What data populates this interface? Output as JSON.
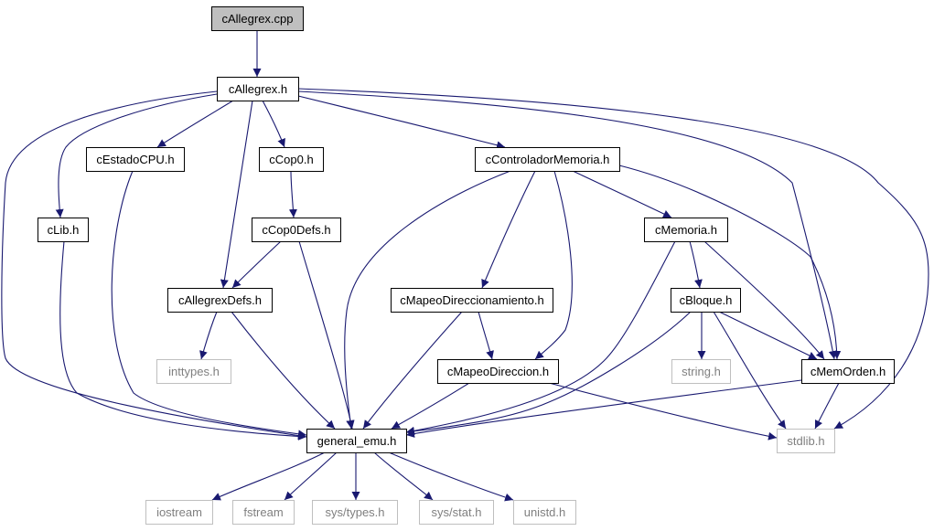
{
  "colors": {
    "edge": "#191970",
    "node_border": "#000000",
    "ext_border": "#bfbfbf",
    "root_fill": "#bfbfbf",
    "node_fill": "#ffffff",
    "ext_text": "#7f7f7f"
  },
  "nodes": [
    {
      "id": "root",
      "label": "cAllegrex.cpp",
      "kind": "root"
    },
    {
      "id": "callegrex_h",
      "label": "cAllegrex.h",
      "kind": "local"
    },
    {
      "id": "cestadocpu_h",
      "label": "cEstadoCPU.h",
      "kind": "local"
    },
    {
      "id": "ccop0_h",
      "label": "cCop0.h",
      "kind": "local"
    },
    {
      "id": "ccontroladormemoria_h",
      "label": "cControladorMemoria.h",
      "kind": "local"
    },
    {
      "id": "clib_h",
      "label": "cLib.h",
      "kind": "local"
    },
    {
      "id": "ccop0defs_h",
      "label": "cCop0Defs.h",
      "kind": "local"
    },
    {
      "id": "cmemoria_h",
      "label": "cMemoria.h",
      "kind": "local"
    },
    {
      "id": "callegrexdefs_h",
      "label": "cAllegrexDefs.h",
      "kind": "local"
    },
    {
      "id": "cmapeodireccionamiento_h",
      "label": "cMapeoDireccionamiento.h",
      "kind": "local"
    },
    {
      "id": "cbloque_h",
      "label": "cBloque.h",
      "kind": "local"
    },
    {
      "id": "inttypes_h",
      "label": "inttypes.h",
      "kind": "external"
    },
    {
      "id": "cmapeodireccion_h",
      "label": "cMapeoDireccion.h",
      "kind": "local"
    },
    {
      "id": "string_h",
      "label": "string.h",
      "kind": "external"
    },
    {
      "id": "cmemorden_h",
      "label": "cMemOrden.h",
      "kind": "local"
    },
    {
      "id": "general_emu_h",
      "label": "general_emu.h",
      "kind": "local"
    },
    {
      "id": "stdlib_h",
      "label": "stdlib.h",
      "kind": "external"
    },
    {
      "id": "iostream",
      "label": "iostream",
      "kind": "external"
    },
    {
      "id": "fstream",
      "label": "fstream",
      "kind": "external"
    },
    {
      "id": "sys_types_h",
      "label": "sys/types.h",
      "kind": "external"
    },
    {
      "id": "sys_stat_h",
      "label": "sys/stat.h",
      "kind": "external"
    },
    {
      "id": "unistd_h",
      "label": "unistd.h",
      "kind": "external"
    }
  ],
  "edges": [
    {
      "from": "root",
      "to": "callegrex_h"
    },
    {
      "from": "callegrex_h",
      "to": "cestadocpu_h"
    },
    {
      "from": "callegrex_h",
      "to": "ccop0_h"
    },
    {
      "from": "callegrex_h",
      "to": "ccontroladormemoria_h"
    },
    {
      "from": "callegrex_h",
      "to": "clib_h"
    },
    {
      "from": "callegrex_h",
      "to": "callegrexdefs_h"
    },
    {
      "from": "callegrex_h",
      "to": "general_emu_h"
    },
    {
      "from": "callegrex_h",
      "to": "cmemorden_h"
    },
    {
      "from": "callegrex_h",
      "to": "stdlib_h"
    },
    {
      "from": "cestadocpu_h",
      "to": "general_emu_h"
    },
    {
      "from": "ccop0_h",
      "to": "ccop0defs_h"
    },
    {
      "from": "ccop0defs_h",
      "to": "callegrexdefs_h"
    },
    {
      "from": "ccop0defs_h",
      "to": "general_emu_h"
    },
    {
      "from": "clib_h",
      "to": "general_emu_h"
    },
    {
      "from": "callegrexdefs_h",
      "to": "inttypes_h"
    },
    {
      "from": "callegrexdefs_h",
      "to": "general_emu_h"
    },
    {
      "from": "ccontroladormemoria_h",
      "to": "general_emu_h"
    },
    {
      "from": "ccontroladormemoria_h",
      "to": "cmapeodireccionamiento_h"
    },
    {
      "from": "ccontroladormemoria_h",
      "to": "cmapeodireccion_h"
    },
    {
      "from": "ccontroladormemoria_h",
      "to": "cmemoria_h"
    },
    {
      "from": "ccontroladormemoria_h",
      "to": "cmemorden_h"
    },
    {
      "from": "cmemoria_h",
      "to": "general_emu_h"
    },
    {
      "from": "cmemoria_h",
      "to": "cbloque_h"
    },
    {
      "from": "cmemoria_h",
      "to": "cmemorden_h"
    },
    {
      "from": "cmapeodireccionamiento_h",
      "to": "general_emu_h"
    },
    {
      "from": "cmapeodireccionamiento_h",
      "to": "cmapeodireccion_h"
    },
    {
      "from": "cmapeodireccion_h",
      "to": "general_emu_h"
    },
    {
      "from": "cmapeodireccion_h",
      "to": "stdlib_h"
    },
    {
      "from": "cbloque_h",
      "to": "general_emu_h"
    },
    {
      "from": "cbloque_h",
      "to": "string_h"
    },
    {
      "from": "cbloque_h",
      "to": "cmemorden_h"
    },
    {
      "from": "cbloque_h",
      "to": "stdlib_h"
    },
    {
      "from": "cmemorden_h",
      "to": "general_emu_h"
    },
    {
      "from": "cmemorden_h",
      "to": "stdlib_h"
    },
    {
      "from": "general_emu_h",
      "to": "iostream"
    },
    {
      "from": "general_emu_h",
      "to": "fstream"
    },
    {
      "from": "general_emu_h",
      "to": "sys_types_h"
    },
    {
      "from": "general_emu_h",
      "to": "sys_stat_h"
    },
    {
      "from": "general_emu_h",
      "to": "unistd_h"
    }
  ]
}
